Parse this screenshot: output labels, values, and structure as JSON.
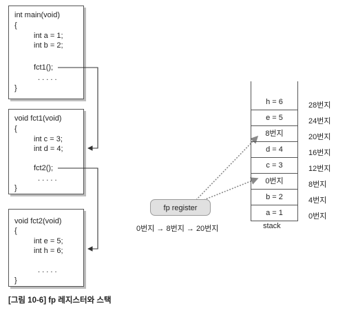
{
  "functions": [
    {
      "lines": [
        "int main(void)",
        "{",
        "int a = 1;",
        "int b = 2;",
        "fct1();",
        ". . . . .",
        "}"
      ]
    },
    {
      "lines": [
        "void fct1(void)",
        "{",
        "int c = 3;",
        "int d = 4;",
        "fct2();",
        ". . . . .",
        "}"
      ]
    },
    {
      "lines": [
        "void fct2(void)",
        "{",
        "int e = 5;",
        "int h = 6;",
        ". . . . .",
        "}"
      ]
    }
  ],
  "stack": {
    "label": "stack",
    "cells": [
      {
        "value": "h = 6",
        "address": "28번지"
      },
      {
        "value": "e = 5",
        "address": "24번지"
      },
      {
        "value": "8번지",
        "address": "20번지"
      },
      {
        "value": "d = 4",
        "address": "16번지"
      },
      {
        "value": "c = 3",
        "address": "12번지"
      },
      {
        "value": "0번지",
        "address": "8번지"
      },
      {
        "value": "b = 2",
        "address": "4번지"
      },
      {
        "value": "a = 1",
        "address": "0번지"
      }
    ]
  },
  "fp_register": {
    "label": "fp register",
    "sequence": "0번지 → 8번지 → 20번지"
  },
  "caption": "[그림 10-6] fp 레지스터와 스택"
}
